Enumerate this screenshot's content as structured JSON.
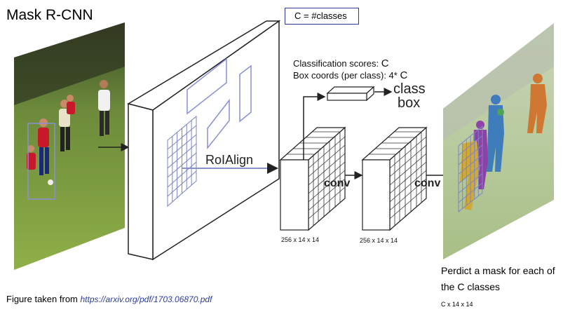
{
  "title": "Mask R-CNN",
  "legend": "C = #classes",
  "head_text": {
    "line1_prefix": "Classification scores: ",
    "line1_var": "C",
    "line2_prefix": "Box coords (per class): 4* ",
    "line2_var": "C"
  },
  "outputs": {
    "class_label": "class",
    "box_label": "box"
  },
  "labels": {
    "roialign": "RoIAlign",
    "conv1": "conv",
    "conv2": "conv",
    "dim1": "256 x 14 x 14",
    "dim2": "256 x 14 x 14",
    "dim3": "C x 14 x 14"
  },
  "caption": {
    "line1": "Perdict a mask for each of",
    "line2": "the C classes"
  },
  "source": {
    "prefix": "Figure taken from ",
    "link": "https://arxiv.org/pdf/1703.06870.pdf"
  },
  "colors": {
    "grid": "#7b84c7",
    "legend_border": "#2b3a99",
    "link": "#2c3e9c"
  }
}
